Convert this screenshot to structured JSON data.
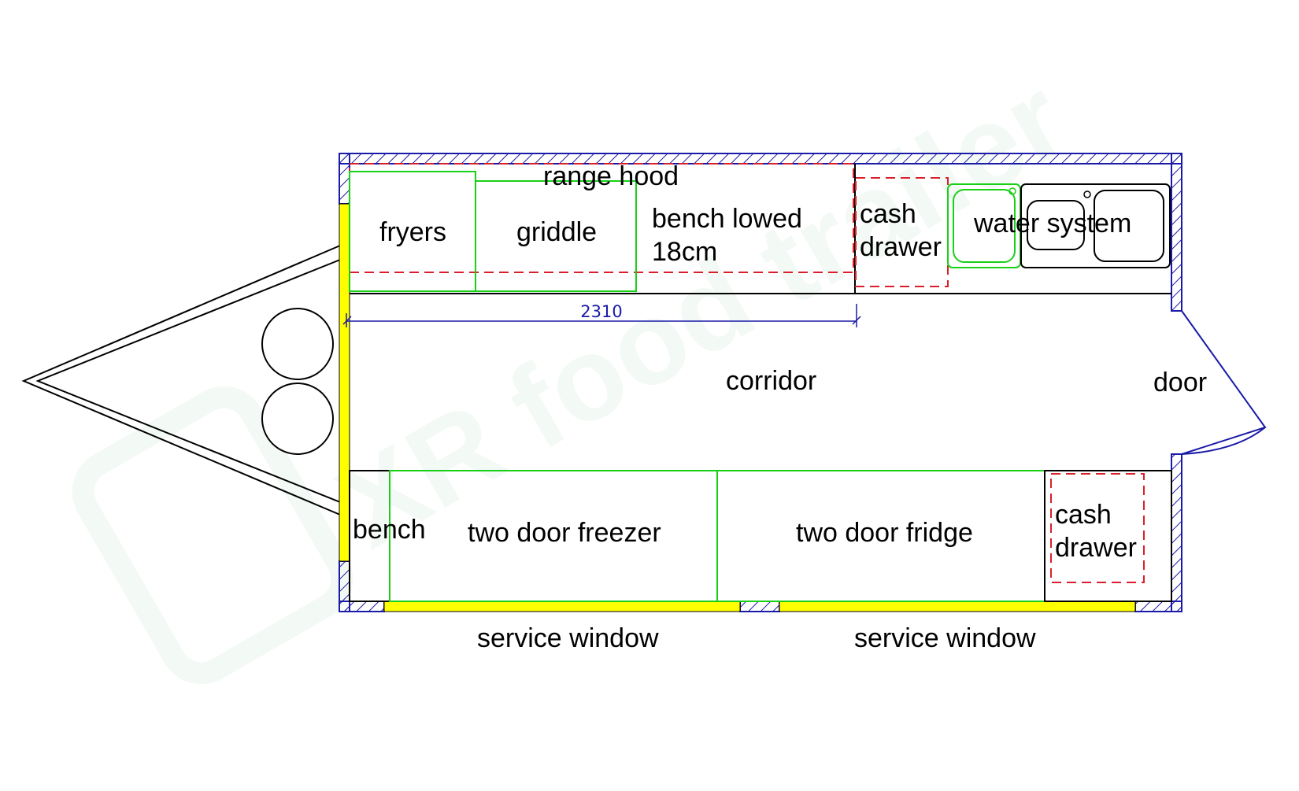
{
  "watermark": "XR food trailer",
  "colors": {
    "wall_hatch": "#1a1aa8",
    "equipment_outline": "#19d019",
    "dashed_outline": "#d9202a",
    "window_fill": "#ffff00",
    "line": "#000000"
  },
  "labels": {
    "range_hood": "range hood",
    "fryers": "fryers",
    "griddle": "griddle",
    "bench_lowed_line1": "bench lowed",
    "bench_lowed_line2": "18cm",
    "cash_drawer_top_line1": "cash",
    "cash_drawer_top_line2": "drawer",
    "water_system": "water system",
    "corridor": "corridor",
    "door": "door",
    "bench": "bench",
    "two_door_freezer": "two door freezer",
    "two_door_fridge": "two door fridge",
    "cash_drawer_bottom_line1": "cash",
    "cash_drawer_bottom_line2": "drawer",
    "service_window_left": "service window",
    "service_window_right": "service window"
  },
  "dimension": {
    "value": "2310"
  },
  "icons": [
    "tow-hitch-icon",
    "wheel-icon",
    "sink-icon",
    "door-swing-icon"
  ]
}
